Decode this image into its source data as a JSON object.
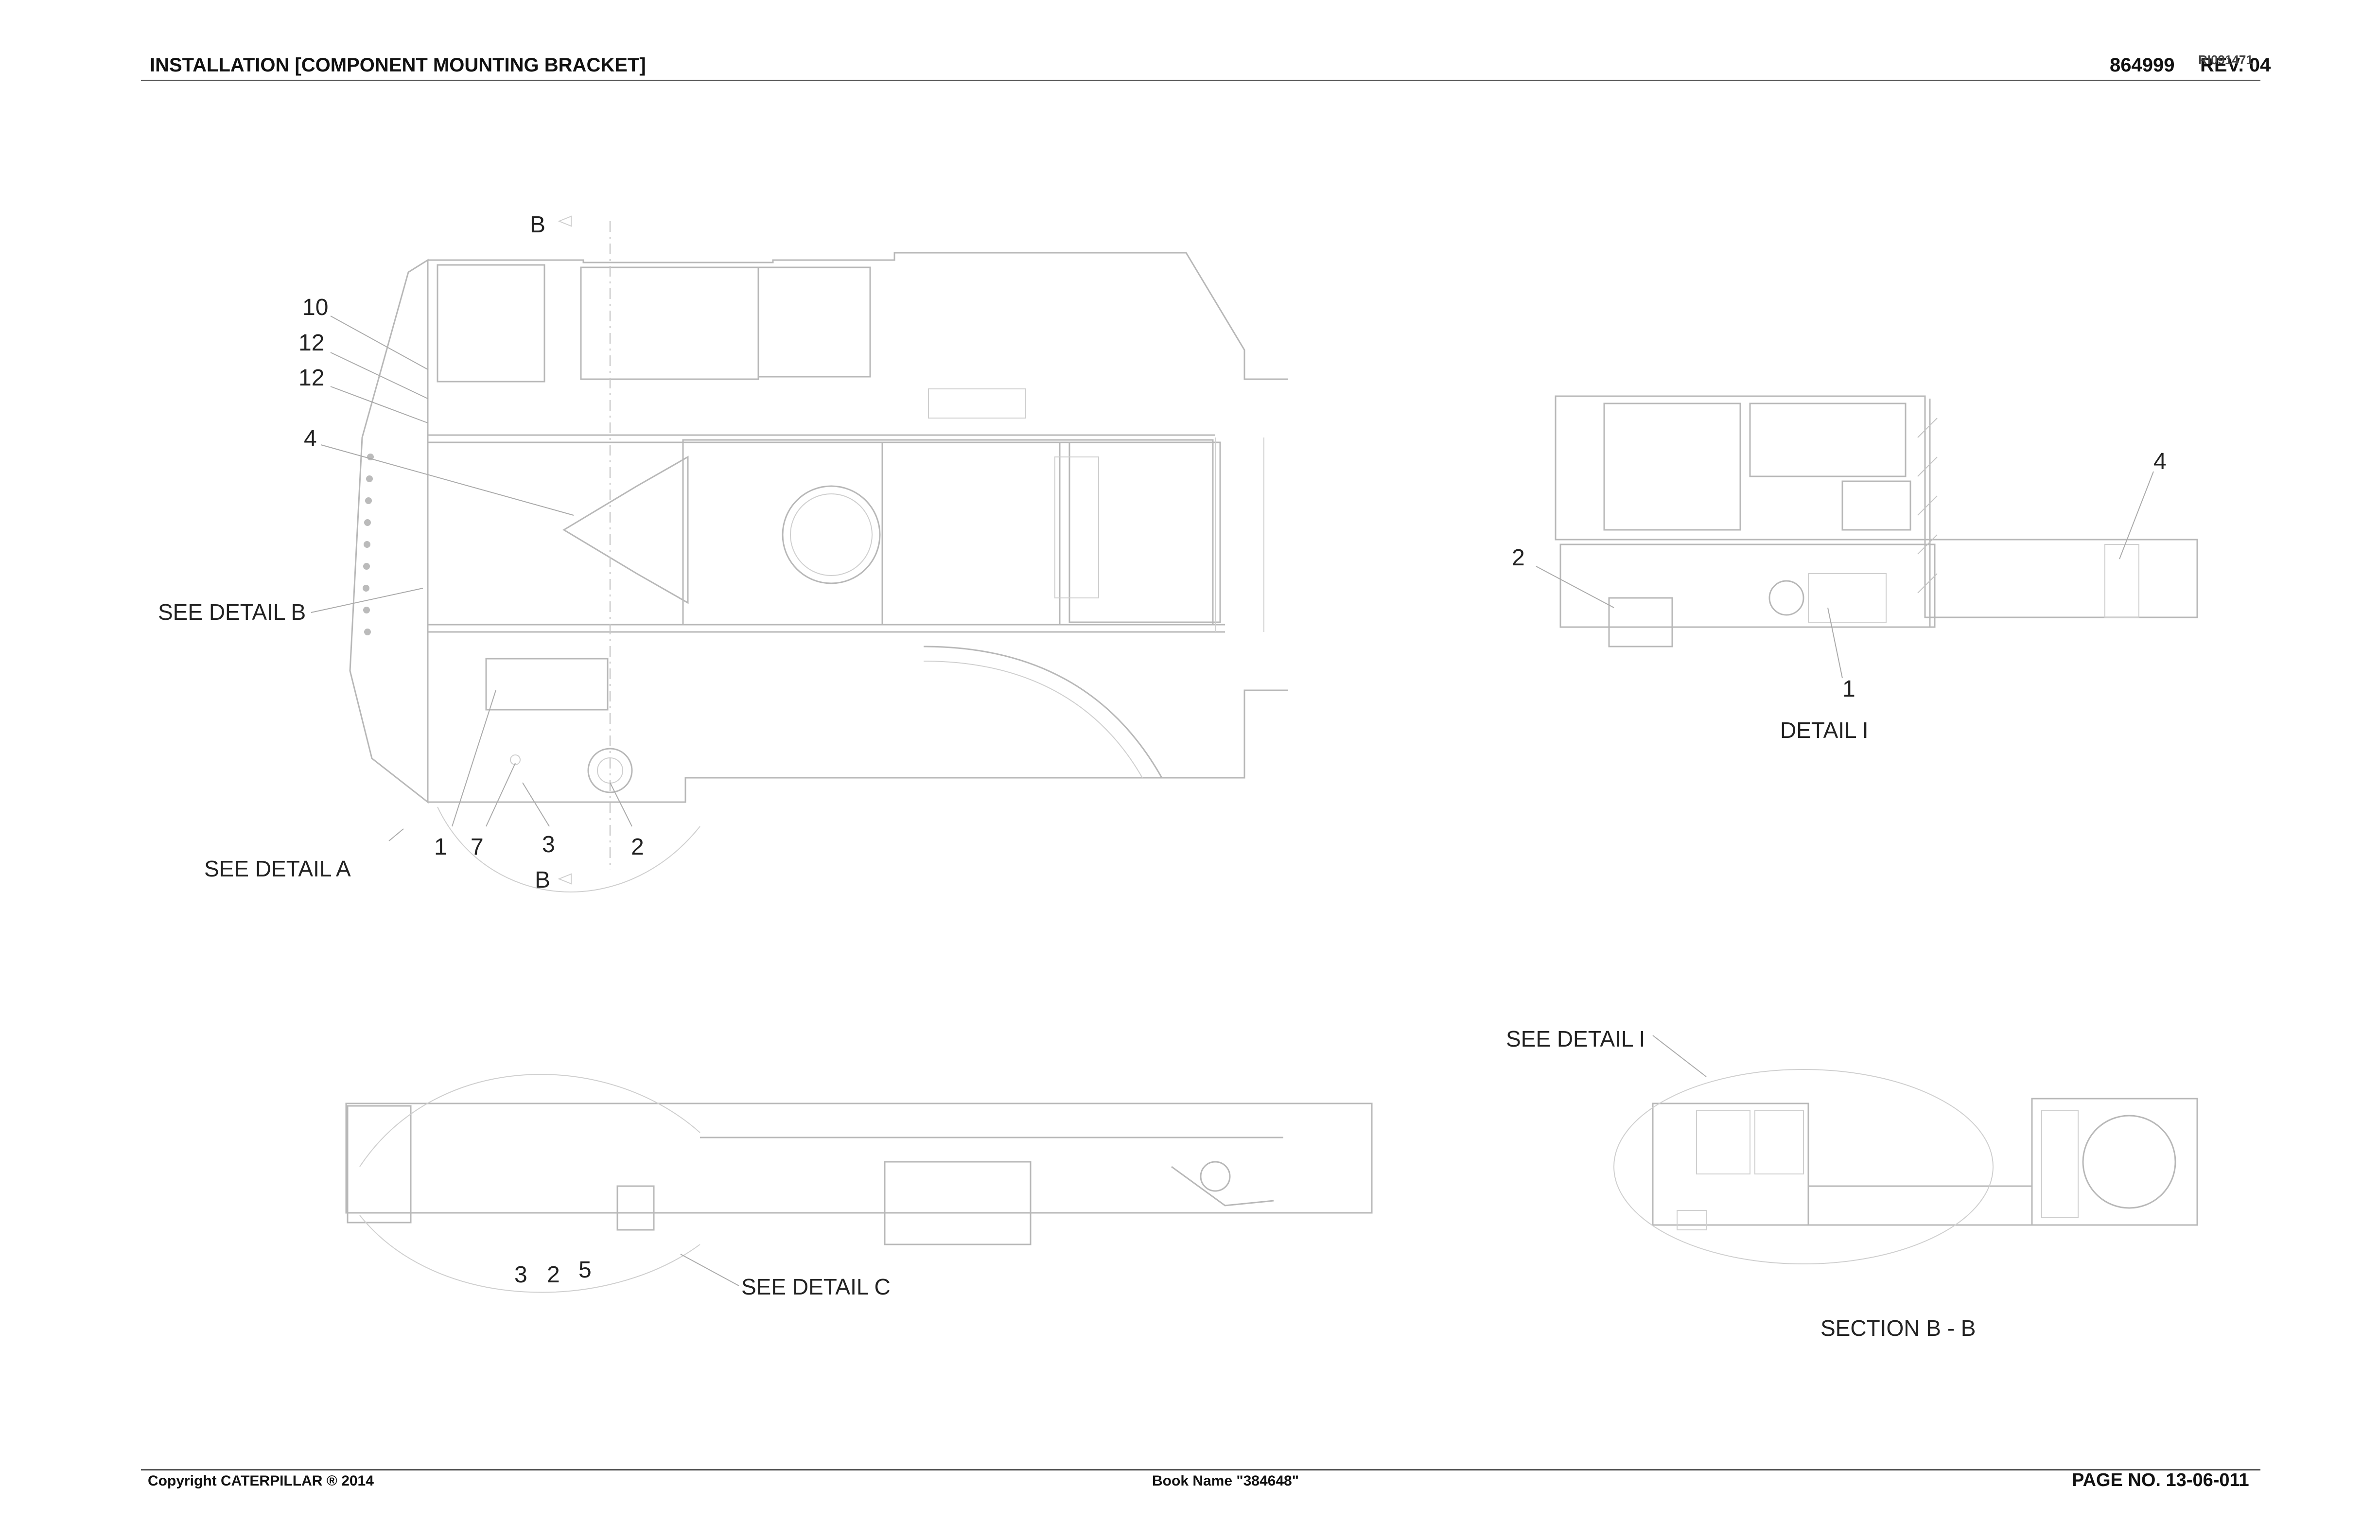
{
  "header": {
    "title": "INSTALLATION [COMPONENT MOUNTING BRACKET]",
    "doc_number": "864999",
    "revision": "REV.  04",
    "ref_code": "RI091471"
  },
  "footer": {
    "copyright": "Copyright CATERPILLAR ® 2014",
    "book_name": "Book Name \"384648\"",
    "page_no": "PAGE NO.   13-06-011"
  },
  "main_view": {
    "section_marker_top": "B",
    "section_marker_bottom": "B",
    "see_detail_b": "SEE DETAIL B",
    "see_detail_a": "SEE DETAIL A",
    "refs": [
      "10",
      "12",
      "12",
      "4",
      "1",
      "7",
      "3",
      "2"
    ]
  },
  "side_view": {
    "see_detail_c": "SEE DETAIL C",
    "refs": [
      "3",
      "2",
      "5"
    ]
  },
  "detail_i": {
    "title": "DETAIL I",
    "refs": [
      "2",
      "4",
      "1"
    ]
  },
  "section_bb": {
    "see_detail_i": "SEE DETAIL I",
    "title": "SECTION B - B"
  }
}
